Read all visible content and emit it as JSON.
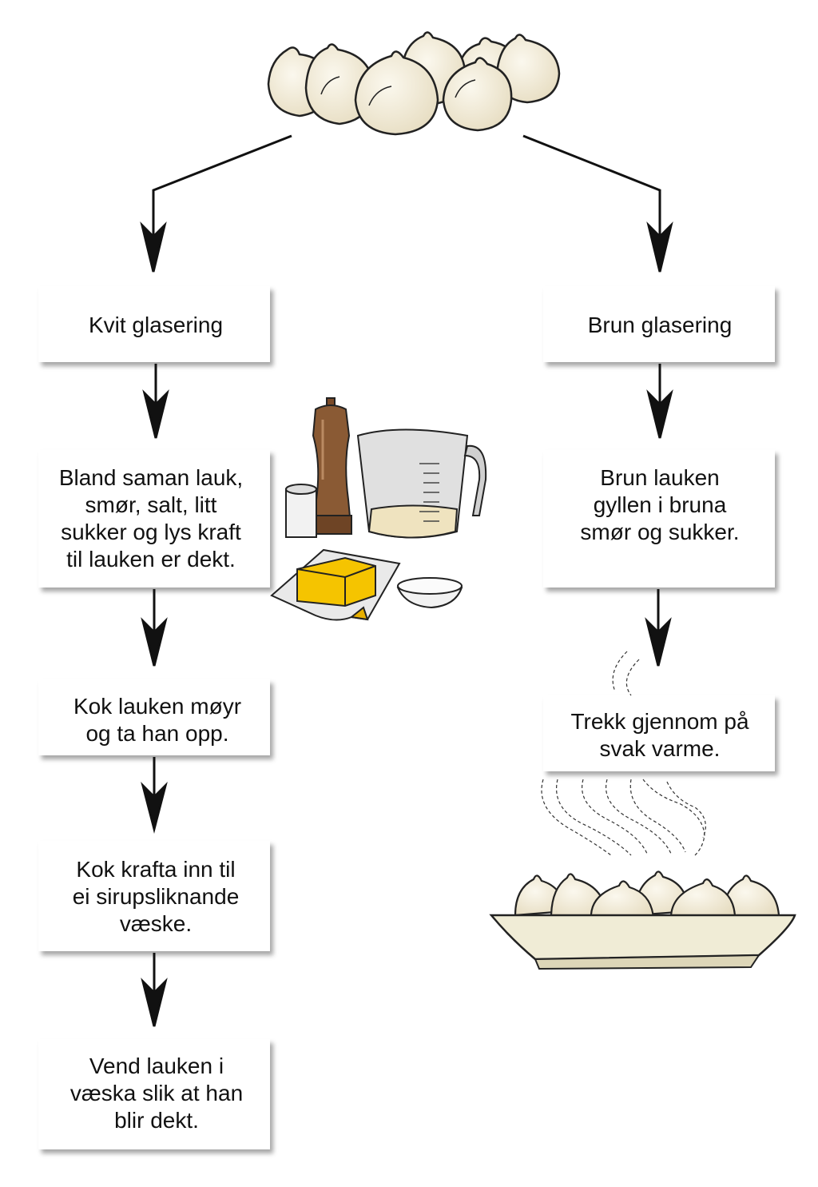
{
  "left_branch": {
    "title": "Kvit glasering",
    "steps": [
      [
        "Bland saman lauk,",
        "smør, salt, litt",
        "sukker og lys kraft",
        "til lauken er dekt."
      ],
      [
        "Kok lauken møyr",
        "og ta han opp."
      ],
      [
        "Kok krafta inn til",
        "ei sirupsliknande",
        "væske."
      ],
      [
        "Vend lauken i",
        "væska slik at han",
        "blir dekt."
      ]
    ]
  },
  "right_branch": {
    "title": "Brun glasering",
    "steps": [
      [
        "Brun lauken",
        "gyllen i bruna",
        "smør og sukker."
      ],
      [
        "Trekk gjennom på",
        "svak varme."
      ]
    ]
  },
  "illustrations": {
    "top": "onion-pile",
    "ingredients": [
      "pepper-mill",
      "salt-shaker",
      "measuring-jug",
      "butter-block",
      "sugar-bowl"
    ],
    "steam": "steam-lines",
    "result": "onions-on-plate"
  },
  "colors": {
    "box_fill": "#ffffff",
    "box_shadow": "#bdbdbd",
    "onion_fill": "#f2ecd8",
    "butter": "#f5c400",
    "pepper_mill": "#8a5a34",
    "plate": "#f0ecd6"
  }
}
